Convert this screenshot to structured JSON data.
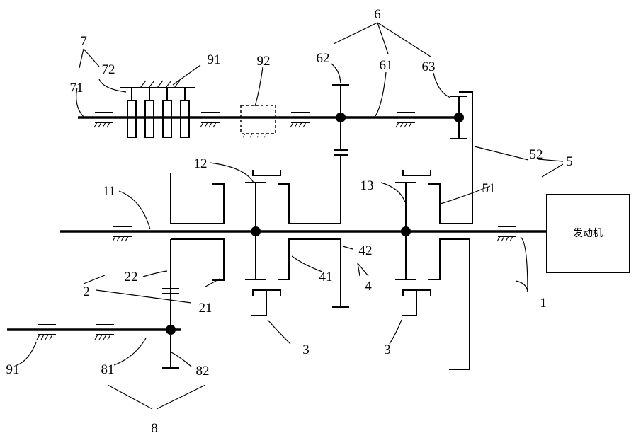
{
  "engine_label": "发动机",
  "labels": {
    "n1": "1",
    "n2": "2",
    "n3a": "3",
    "n3b": "3",
    "n4": "4",
    "n5": "5",
    "n6": "6",
    "n7": "7",
    "n8": "8",
    "n11": "11",
    "n12": "12",
    "n13": "13",
    "n21": "21",
    "n22": "22",
    "n41": "41",
    "n42": "42",
    "n51": "51",
    "n52": "52",
    "n61": "61",
    "n62": "62",
    "n63": "63",
    "n71": "71",
    "n72": "72",
    "n81": "81",
    "n82": "82",
    "n91a": "91",
    "n91b": "91",
    "n92": "92"
  }
}
